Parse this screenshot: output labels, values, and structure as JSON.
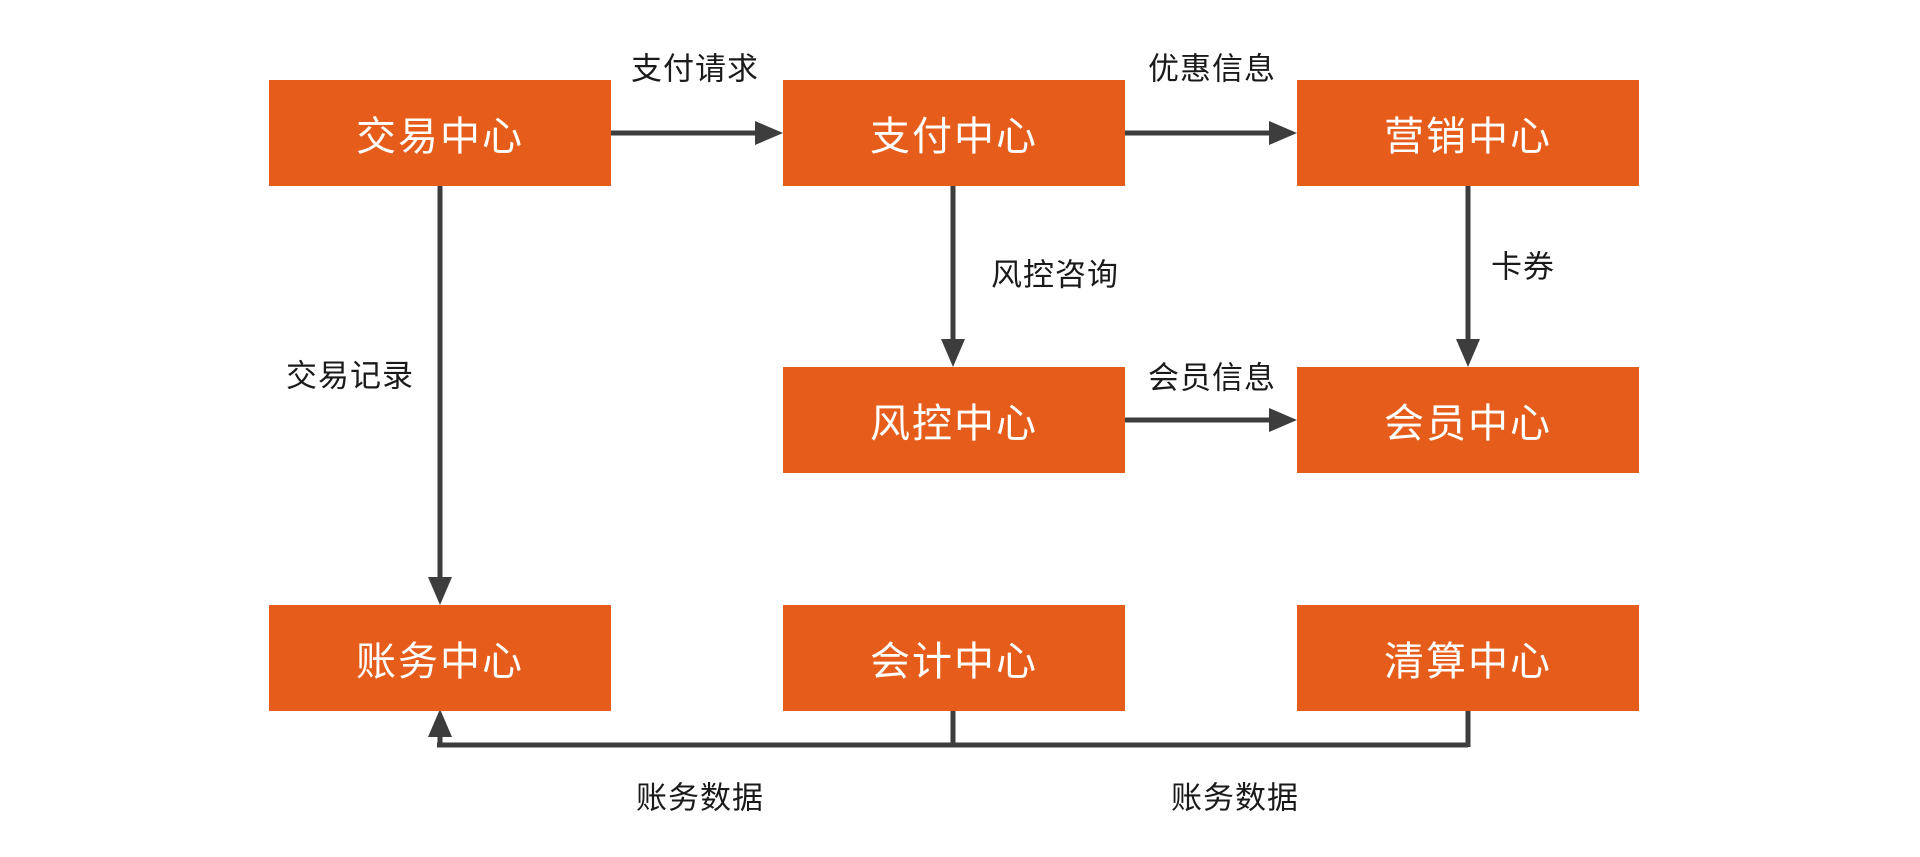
{
  "diagram": {
    "background_color": "#ffffff",
    "node_fill_color": "#e55c1b",
    "node_text_color": "#ffffff",
    "edge_color": "#3d3d3d",
    "edge_label_color": "#1a1a1a",
    "nodes": [
      {
        "id": "trade",
        "label": "交易中心"
      },
      {
        "id": "payment",
        "label": "支付中心"
      },
      {
        "id": "marketing",
        "label": "营销中心"
      },
      {
        "id": "risk",
        "label": "风控中心"
      },
      {
        "id": "member",
        "label": "会员中心"
      },
      {
        "id": "billing",
        "label": "账务中心"
      },
      {
        "id": "accounting",
        "label": "会计中心"
      },
      {
        "id": "clearing",
        "label": "清算中心"
      }
    ],
    "edges": [
      {
        "from": "交易中心",
        "to": "支付中心",
        "label": "支付请求"
      },
      {
        "from": "支付中心",
        "to": "营销中心",
        "label": "优惠信息"
      },
      {
        "from": "支付中心",
        "to": "风控中心",
        "label": "风控咨询"
      },
      {
        "from": "营销中心",
        "to": "会员中心",
        "label": "卡券"
      },
      {
        "from": "风控中心",
        "to": "会员中心",
        "label": "会员信息"
      },
      {
        "from": "交易中心",
        "to": "账务中心",
        "label": "交易记录"
      },
      {
        "from": "会计中心",
        "to": "账务中心",
        "label": "账务数据"
      },
      {
        "from": "清算中心",
        "to": "账务中心",
        "label": "账务数据"
      }
    ]
  }
}
